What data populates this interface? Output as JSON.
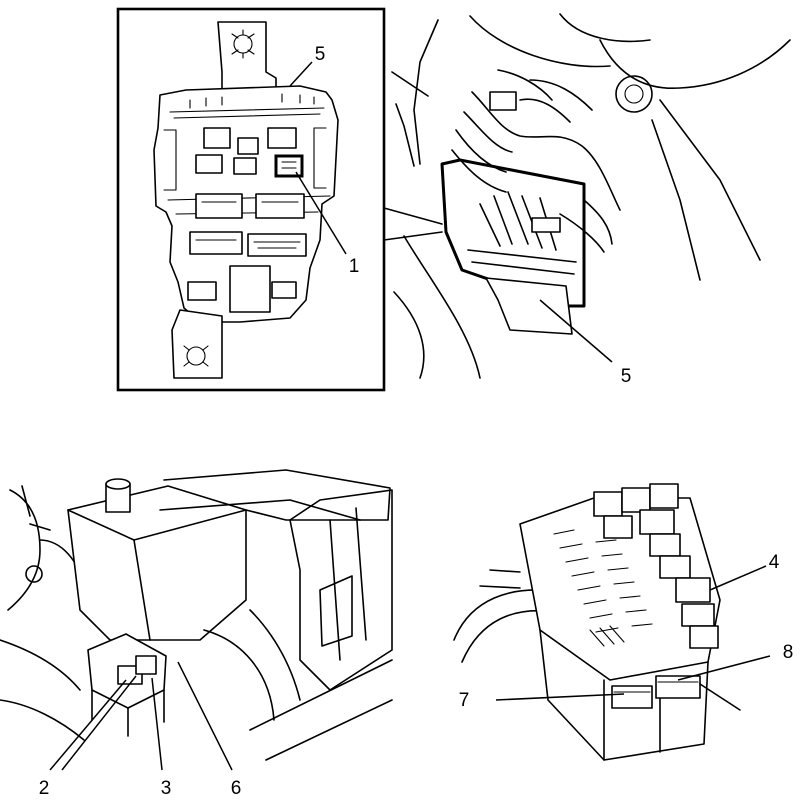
{
  "callouts": {
    "top_fuse_block": "5",
    "top_fuse": "1",
    "engine_bay_block": "5",
    "battery_fuse_a": "2",
    "battery_fuse_b": "3",
    "battery": "6",
    "relay_block": "4",
    "fuse_7": "7",
    "fuse_8": "8"
  },
  "colors": {
    "line": "#000000",
    "background": "#ffffff"
  }
}
